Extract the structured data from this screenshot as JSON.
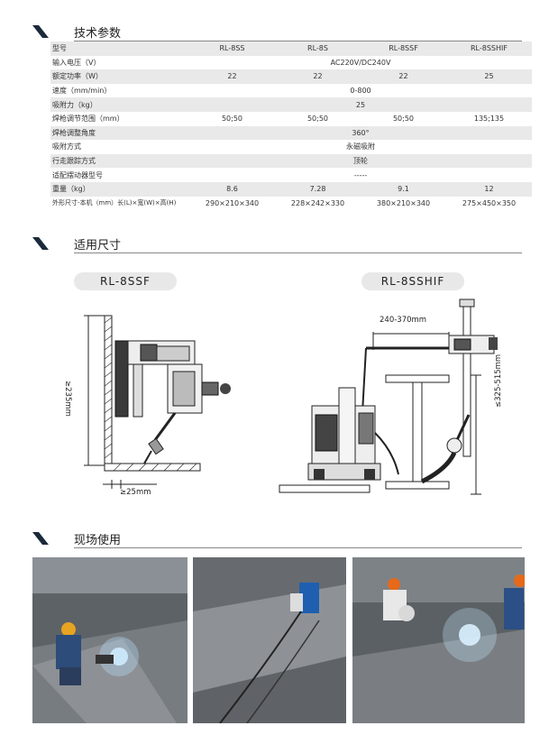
{
  "sections": {
    "specs_title": "技术参数",
    "sizes_title": "适用尺寸",
    "field_title": "现场使用"
  },
  "spec_table": {
    "header": [
      "型号",
      "RL-8SS",
      "RL-8S",
      "RL-8SSF",
      "RL-8SSHIF"
    ],
    "rows": [
      {
        "label": "输入电压（V）",
        "span": "AC220V/DC240V"
      },
      {
        "label": "额定功率（W）",
        "values": [
          "22",
          "22",
          "22",
          "25"
        ]
      },
      {
        "label": "速度（mm/min）",
        "span": "0-800"
      },
      {
        "label": "吸附力（kg）",
        "span": "25"
      },
      {
        "label": "焊枪调节范围（mm）",
        "values": [
          "50;50",
          "50;50",
          "50;50",
          "135;135"
        ]
      },
      {
        "label": "焊枪调整角度",
        "span": "360°"
      },
      {
        "label": "吸附方式",
        "span": "永磁吸附"
      },
      {
        "label": "行走跟踪方式",
        "span": "顶轮"
      },
      {
        "label": "适配摆动器型号",
        "span": "-----"
      },
      {
        "label": "重量（kg）",
        "values": [
          "8.6",
          "7.28",
          "9.1",
          "12"
        ]
      },
      {
        "label": "外形尺寸-本机（mm）长(L)×宽(W)×高(H)",
        "values": [
          "290×210×340",
          "228×242×330",
          "380×210×340",
          "275×450×350"
        ]
      }
    ]
  },
  "diagrams": {
    "left": {
      "model": "RL-8SSF",
      "height_dim": "≥235mm",
      "width_dim": "≥25mm"
    },
    "right": {
      "model": "RL-8SSHIF",
      "reach_dim": "240-370mm",
      "height_dim": "≤325-515mm"
    }
  },
  "photos": [
    {
      "subject": "welder-kneeling-photo"
    },
    {
      "subject": "carriage-on-beam-photo"
    },
    {
      "subject": "welders-working-photo"
    }
  ]
}
